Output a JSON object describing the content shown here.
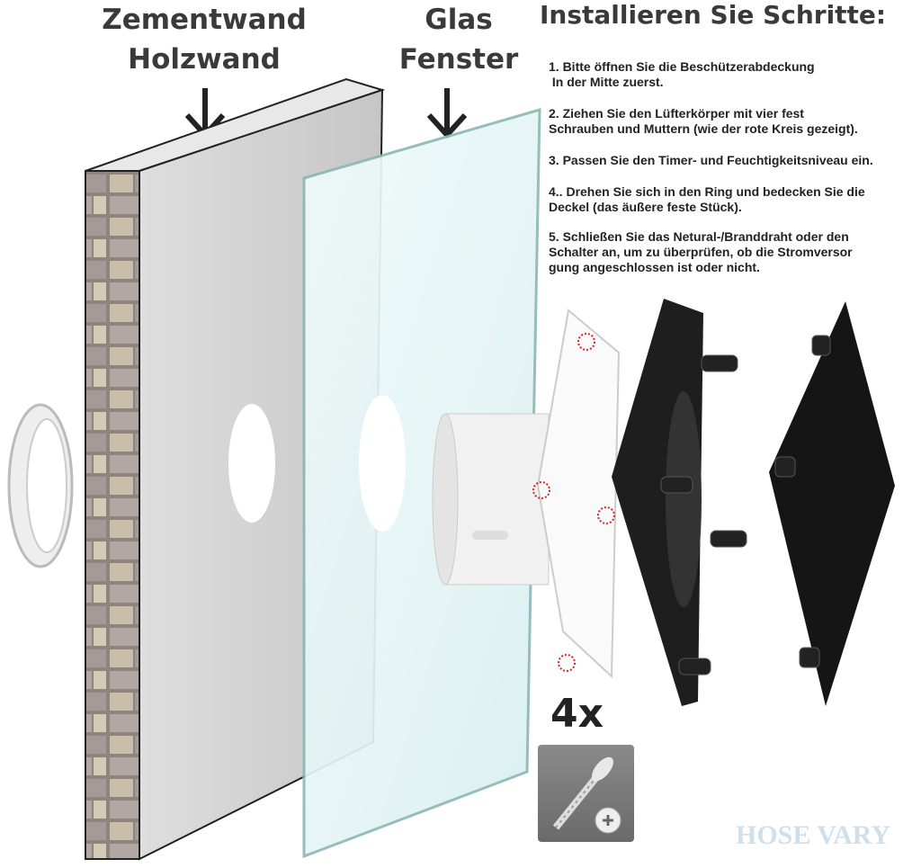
{
  "labels": {
    "wall_line1": "Zementwand",
    "wall_line2": "Holzwand",
    "glass_line1": "Glas",
    "glass_line2": "Fenster"
  },
  "instructions": {
    "title": "Installieren Sie Schritte:",
    "steps": [
      "1. Bitte öffnen Sie die Beschützerabdeckung\n In der Mitte zuerst.",
      "2. Ziehen Sie den Lüfterkörper mit vier fest\nSchrauben und Muttern (wie der rote Kreis gezeigt).",
      "3. Passen Sie den Timer- und Feuchtigkeitsniveau ein.",
      "4.. Drehen Sie sich in den Ring und bedecken Sie die\nDeckel (das äußere feste Stück).",
      "5. Schließen Sie das Netural-/Branddraht oder den\nSchalter an, um zu überprüfen, ob die Stromversor\ngung angeschlossen ist oder nicht."
    ]
  },
  "screws": {
    "quantity_label": "4x"
  },
  "brand": "HOSE VARY",
  "colors": {
    "wall": "#cfcfcf",
    "glass": "#e6f6f7",
    "cover": "#1e1e1e",
    "marker": "#d22"
  }
}
